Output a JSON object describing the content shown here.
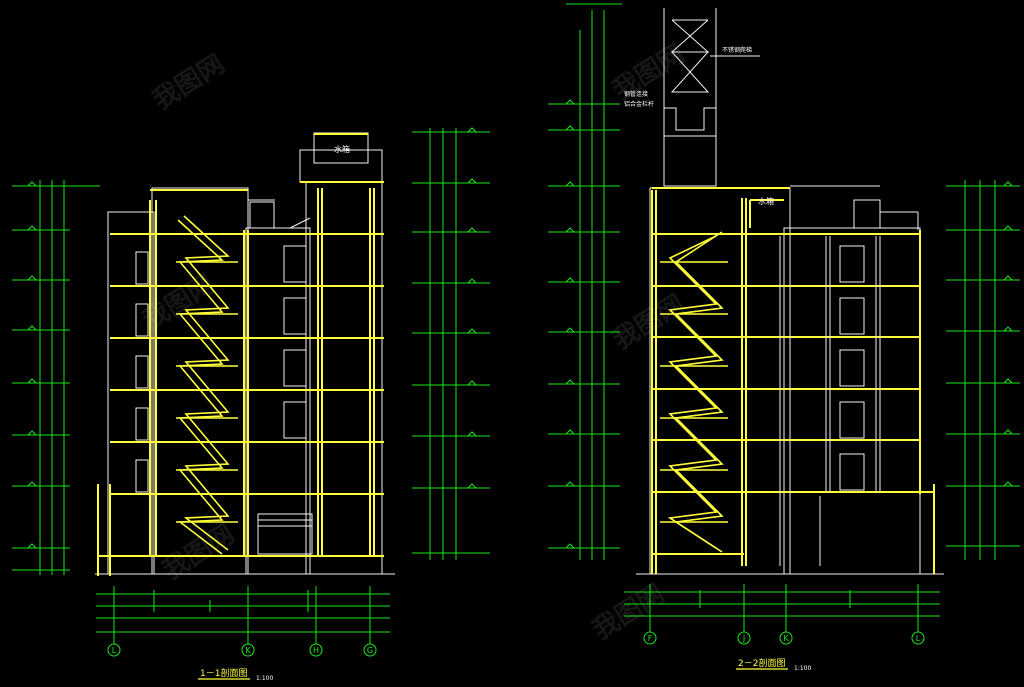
{
  "section_1": {
    "title": "1－1剖面图",
    "scale": "1:100",
    "axis_labels": [
      "L",
      "K",
      "H",
      "G"
    ],
    "room_label": "水箱"
  },
  "section_2": {
    "title": "2－2剖面图",
    "scale": "1:100",
    "axis_labels": [
      "F",
      "J",
      "K",
      "L"
    ],
    "room_label": "水箱",
    "note_1": "不锈钢爬梯",
    "note_2": "钢管连接",
    "note_3": "铝合金栏杆"
  },
  "watermark": "我图网",
  "colors": {
    "background": "#000000",
    "dimension_lines": "#19e619",
    "section_cut": "#ffff3a",
    "outline": "#f2f2f2",
    "axis_bubbles": "#19e619"
  }
}
